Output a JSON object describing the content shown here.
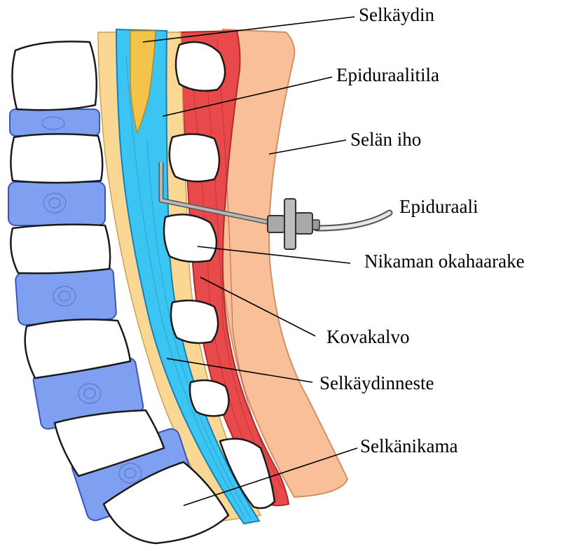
{
  "labels": {
    "spinal_cord": "Selkäydin",
    "epidural_space": "Epiduraalitila",
    "back_skin": "Selän iho",
    "epidural_needle": "Epiduraali",
    "spinous_process": "Nikaman okahaarake",
    "dura_mater": "Kovakalvo",
    "csf": "Selkäydinneste",
    "vertebra": "Selkänikama"
  },
  "colors": {
    "disc": "#7f9ff0",
    "vertebra_fill": "#ffffff",
    "epidural_fat": "#fbd794",
    "csf": "#3cc4f2",
    "spinal_cord": "#f3c34a",
    "muscle": "#e8494a",
    "skin": "#f8bf98",
    "needle": "#b7b7b7",
    "outline": "#1a1a1a"
  }
}
